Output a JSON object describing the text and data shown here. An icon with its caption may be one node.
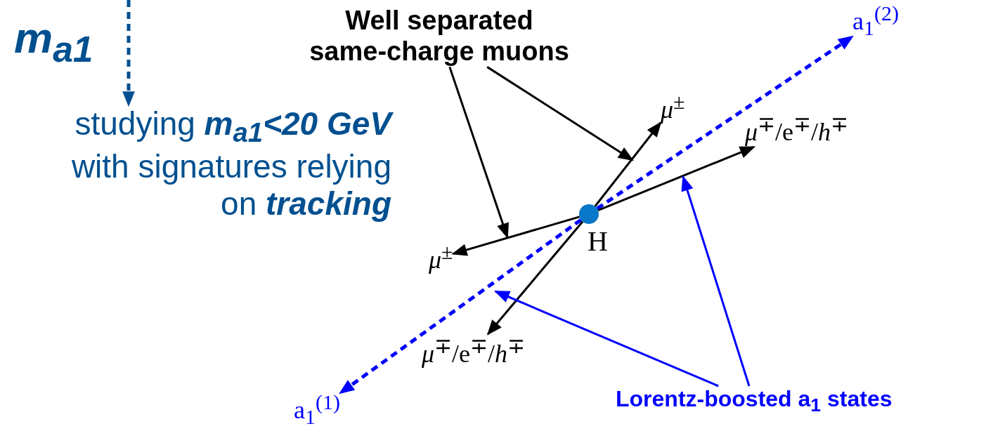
{
  "diagram": {
    "nodes": [
      {
        "text": [],
        "shape": "circle",
        "beside": [
          "H"
        ]
      },
      {
        "text": [
          "a$_{1}$$^{(2)}$"
        ]
      },
      {
        "text": [
          "a$_{1}$$^{(1)}$"
        ]
      },
      {
        "text": [
          "*μ*$^{±}$"
        ]
      },
      {
        "text": [
          "*μ*$^{∓}$/e$^{∓}$/*h*$^{∓}$"
        ]
      },
      {
        "text": [
          "*μ*$^{±}$"
        ]
      },
      {
        "text": [
          "*μ*$^{∓}$/e$^{∓}$/*h*$^{∓}$"
        ]
      },
      {
        "text": [
          "Well separated same-charge muons"
        ]
      },
      {
        "text": [
          "Lorentz-boosted a$_{1}$ states"
        ]
      },
      {
        "text": [
          "m$_{a1}$"
        ]
      },
      {
        "text": [
          "studying **m$_{a1}$<20 GeV** with signatures relying on **tracking**"
        ]
      }
    ],
    "edges": [
      {
        "from": 0,
        "to": 1,
        "arrow": "to",
        "style": "dashed",
        "color": "#0000ff"
      },
      {
        "from": 0,
        "to": 2,
        "arrow": "to",
        "style": "dashed",
        "color": "#0000ff"
      },
      {
        "from": 0,
        "to": 3,
        "arrow": "to"
      },
      {
        "from": 0,
        "to": 4,
        "arrow": "to"
      },
      {
        "from": 0,
        "to": 5,
        "arrow": "to"
      },
      {
        "from": 0,
        "to": 6,
        "arrow": "to"
      },
      {
        "from": 7,
        "to": null,
        "arrow": "to"
      },
      {
        "from": 7,
        "to": null,
        "arrow": "to"
      },
      {
        "from": 8,
        "to": null,
        "arrow": "to",
        "color": "#0000ff"
      },
      {
        "from": 8,
        "to": null,
        "arrow": "to",
        "color": "#0000ff"
      },
      {
        "from": null,
        "to": 10,
        "arrow": "to",
        "style": "dashed",
        "color": "#005090"
      }
    ]
  }
}
